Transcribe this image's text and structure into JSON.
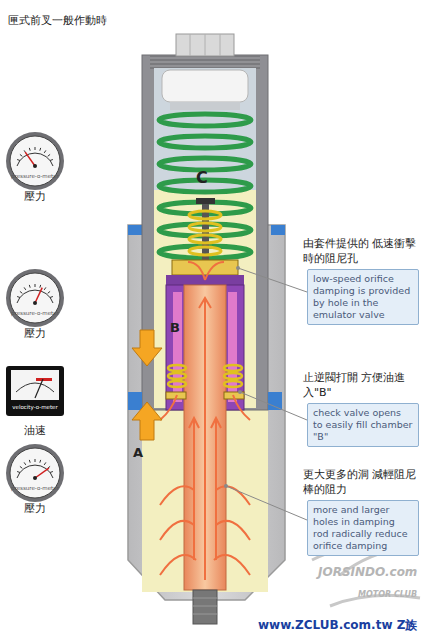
{
  "diagram": {
    "title": "匣式前叉一般作動時",
    "nodes": [
      {
        "text": [
          "pressure-o-meter",
          "壓力"
        ]
      },
      {
        "text": [
          "由套件提供的 低速衝擊時的阻尼孔",
          "low-speed orifice damping is provided by hole in the emulator valve"
        ]
      },
      {
        "text": [
          "pressure-o-meter",
          "壓力"
        ]
      },
      {
        "text": [
          "velocity-o-meter",
          "油速"
        ]
      },
      {
        "text": [
          "止逆閥打開 方便油進入\"B\"",
          "check valve opens to easily fill chamber \"B\""
        ]
      },
      {
        "text": [
          "pressure-o-meter",
          "壓力"
        ]
      },
      {
        "text": [
          "更大更多的洞 減輕阻尼棒的阻力",
          "more and larger holes in damping rod radically reduce orifice damping"
        ]
      }
    ],
    "labels": [
      "C",
      "B",
      "A",
      "JORSINDO.com",
      "MOTOR CLUB",
      "www.ZCLUB.com.tw Z族"
    ]
  }
}
